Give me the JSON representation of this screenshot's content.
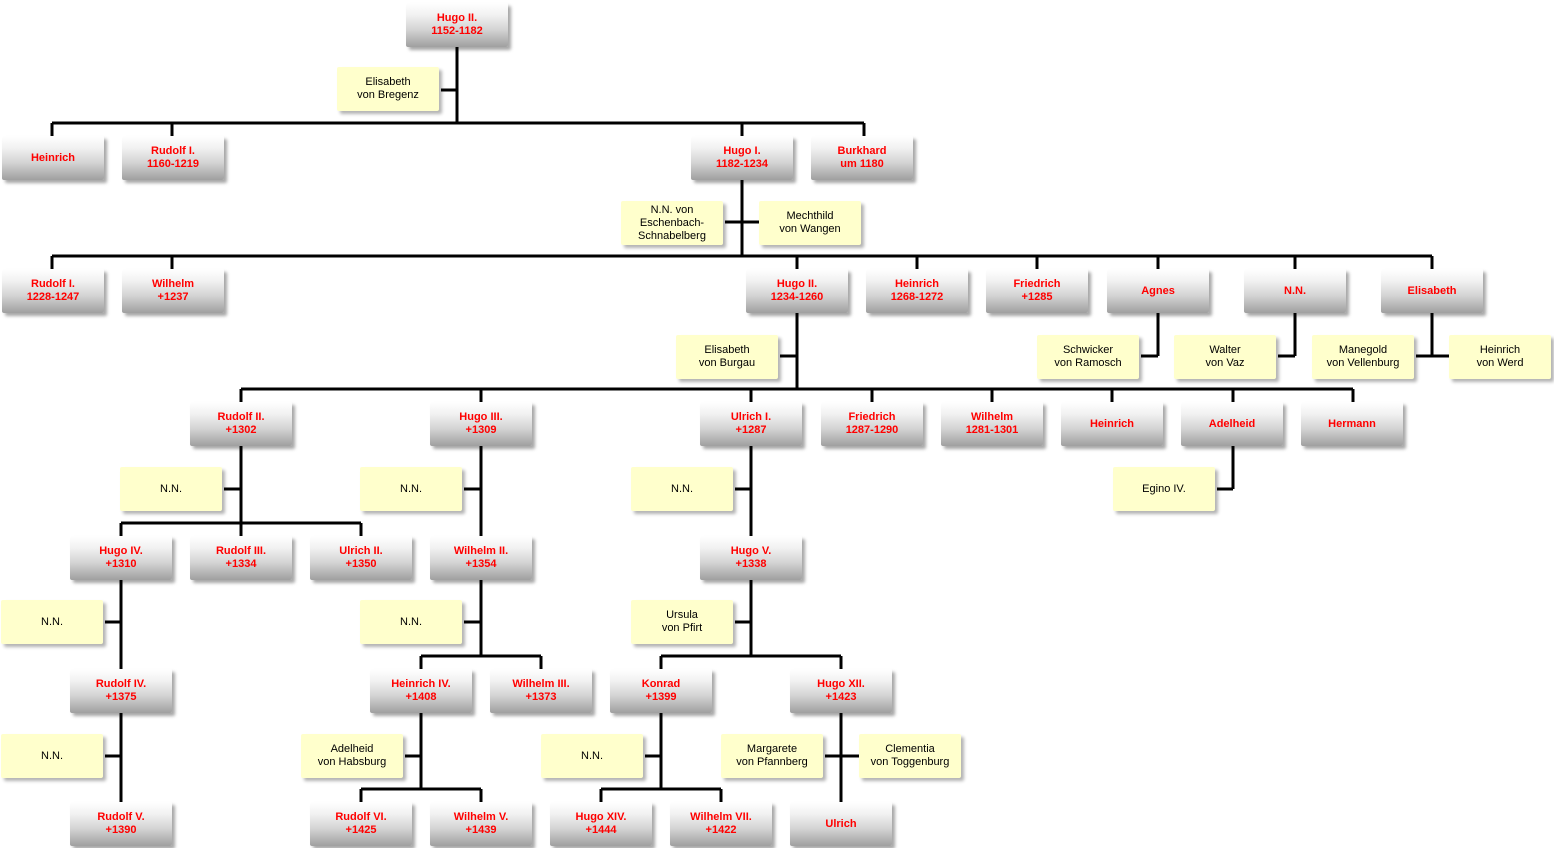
{
  "colors": {
    "person_text": "#ff0000",
    "spouse_text": "#000000",
    "spouse_bg": "#ffffcc",
    "line": "#000000"
  },
  "persons": [
    {
      "id": "hugo-ii-1152",
      "name": "Hugo II.",
      "dates": "1152-1182"
    },
    {
      "id": "heinrich-g1",
      "name": "Heinrich",
      "dates": ""
    },
    {
      "id": "rudolf-i-1160",
      "name": "Rudolf I.",
      "dates": "1160-1219"
    },
    {
      "id": "hugo-i-1182",
      "name": "Hugo I.",
      "dates": "1182-1234"
    },
    {
      "id": "burkhard",
      "name": "Burkhard",
      "dates": "um 1180"
    },
    {
      "id": "rudolf-i-1228",
      "name": "Rudolf I.",
      "dates": "1228-1247"
    },
    {
      "id": "wilhelm-1237",
      "name": "Wilhelm",
      "dates": "+1237"
    },
    {
      "id": "hugo-ii-1234",
      "name": "Hugo II.",
      "dates": "1234-1260"
    },
    {
      "id": "heinrich-1268",
      "name": "Heinrich",
      "dates": "1268-1272"
    },
    {
      "id": "friedrich-1285",
      "name": "Friedrich",
      "dates": "+1285"
    },
    {
      "id": "agnes",
      "name": "Agnes",
      "dates": ""
    },
    {
      "id": "nn-daughter",
      "name": "N.N.",
      "dates": ""
    },
    {
      "id": "elisabeth-daughter",
      "name": "Elisabeth",
      "dates": ""
    },
    {
      "id": "rudolf-ii",
      "name": "Rudolf II.",
      "dates": "+1302"
    },
    {
      "id": "hugo-iii",
      "name": "Hugo III.",
      "dates": "+1309"
    },
    {
      "id": "ulrich-i",
      "name": "Ulrich I.",
      "dates": "+1287"
    },
    {
      "id": "friedrich-1287",
      "name": "Friedrich",
      "dates": "1287-1290"
    },
    {
      "id": "wilhelm-1281",
      "name": "Wilhelm",
      "dates": "1281-1301"
    },
    {
      "id": "heinrich-g4",
      "name": "Heinrich",
      "dates": ""
    },
    {
      "id": "adelheid-daughter",
      "name": "Adelheid",
      "dates": ""
    },
    {
      "id": "hermann",
      "name": "Hermann",
      "dates": ""
    },
    {
      "id": "hugo-iv",
      "name": "Hugo IV.",
      "dates": "+1310"
    },
    {
      "id": "rudolf-iii",
      "name": "Rudolf III.",
      "dates": "+1334"
    },
    {
      "id": "ulrich-ii",
      "name": "Ulrich II.",
      "dates": "+1350"
    },
    {
      "id": "wilhelm-ii",
      "name": "Wilhelm II.",
      "dates": "+1354"
    },
    {
      "id": "hugo-v",
      "name": "Hugo V.",
      "dates": "+1338"
    },
    {
      "id": "rudolf-iv",
      "name": "Rudolf IV.",
      "dates": "+1375"
    },
    {
      "id": "heinrich-iv",
      "name": "Heinrich IV.",
      "dates": "+1408"
    },
    {
      "id": "wilhelm-iii",
      "name": "Wilhelm III.",
      "dates": "+1373"
    },
    {
      "id": "konrad",
      "name": "Konrad",
      "dates": "+1399"
    },
    {
      "id": "hugo-xii",
      "name": "Hugo XII.",
      "dates": "+1423"
    },
    {
      "id": "rudolf-v",
      "name": "Rudolf V.",
      "dates": "+1390"
    },
    {
      "id": "rudolf-vi",
      "name": "Rudolf VI.",
      "dates": "+1425"
    },
    {
      "id": "wilhelm-v",
      "name": "Wilhelm V.",
      "dates": "+1439"
    },
    {
      "id": "hugo-xiv",
      "name": "Hugo XIV.",
      "dates": "+1444"
    },
    {
      "id": "wilhelm-vii",
      "name": "Wilhelm VII.",
      "dates": "+1422"
    },
    {
      "id": "ulrich",
      "name": "Ulrich",
      "dates": ""
    }
  ],
  "spouses": [
    {
      "id": "elisabeth-bregenz",
      "lines": [
        "Elisabeth",
        "von Bregenz"
      ]
    },
    {
      "id": "nn-eschenbach",
      "lines": [
        "N.N. von",
        "Eschenbach-",
        "Schnabelberg"
      ]
    },
    {
      "id": "mechthild-wangen",
      "lines": [
        "Mechthild",
        "von Wangen"
      ]
    },
    {
      "id": "elisabeth-burgau",
      "lines": [
        "Elisabeth",
        "von Burgau"
      ]
    },
    {
      "id": "schwicker-ramosch",
      "lines": [
        "Schwicker",
        "von Ramosch"
      ]
    },
    {
      "id": "walter-vaz",
      "lines": [
        "Walter",
        "von Vaz"
      ]
    },
    {
      "id": "manegold-vellenburg",
      "lines": [
        "Manegold",
        "von Vellenburg"
      ]
    },
    {
      "id": "heinrich-werd",
      "lines": [
        "Heinrich",
        "von Werd"
      ]
    },
    {
      "id": "nn-rudolf-ii",
      "lines": [
        "N.N."
      ]
    },
    {
      "id": "nn-hugo-iii",
      "lines": [
        "N.N."
      ]
    },
    {
      "id": "nn-ulrich-i",
      "lines": [
        "N.N."
      ]
    },
    {
      "id": "egino-iv",
      "lines": [
        "Egino IV."
      ]
    },
    {
      "id": "nn-hugo-iv",
      "lines": [
        "N.N."
      ]
    },
    {
      "id": "nn-wilhelm-ii",
      "lines": [
        "N.N."
      ]
    },
    {
      "id": "ursula-pfirt",
      "lines": [
        "Ursula",
        "von Pfirt"
      ]
    },
    {
      "id": "nn-rudolf-iv",
      "lines": [
        "N.N."
      ]
    },
    {
      "id": "adelheid-habsburg",
      "lines": [
        "Adelheid",
        "von Habsburg"
      ]
    },
    {
      "id": "nn-konrad",
      "lines": [
        "N.N."
      ]
    },
    {
      "id": "margarete-pfannberg",
      "lines": [
        "Margarete",
        "von Pfannberg"
      ]
    },
    {
      "id": "clementia-toggenburg",
      "lines": [
        "Clementia",
        "von Toggenburg"
      ]
    }
  ]
}
